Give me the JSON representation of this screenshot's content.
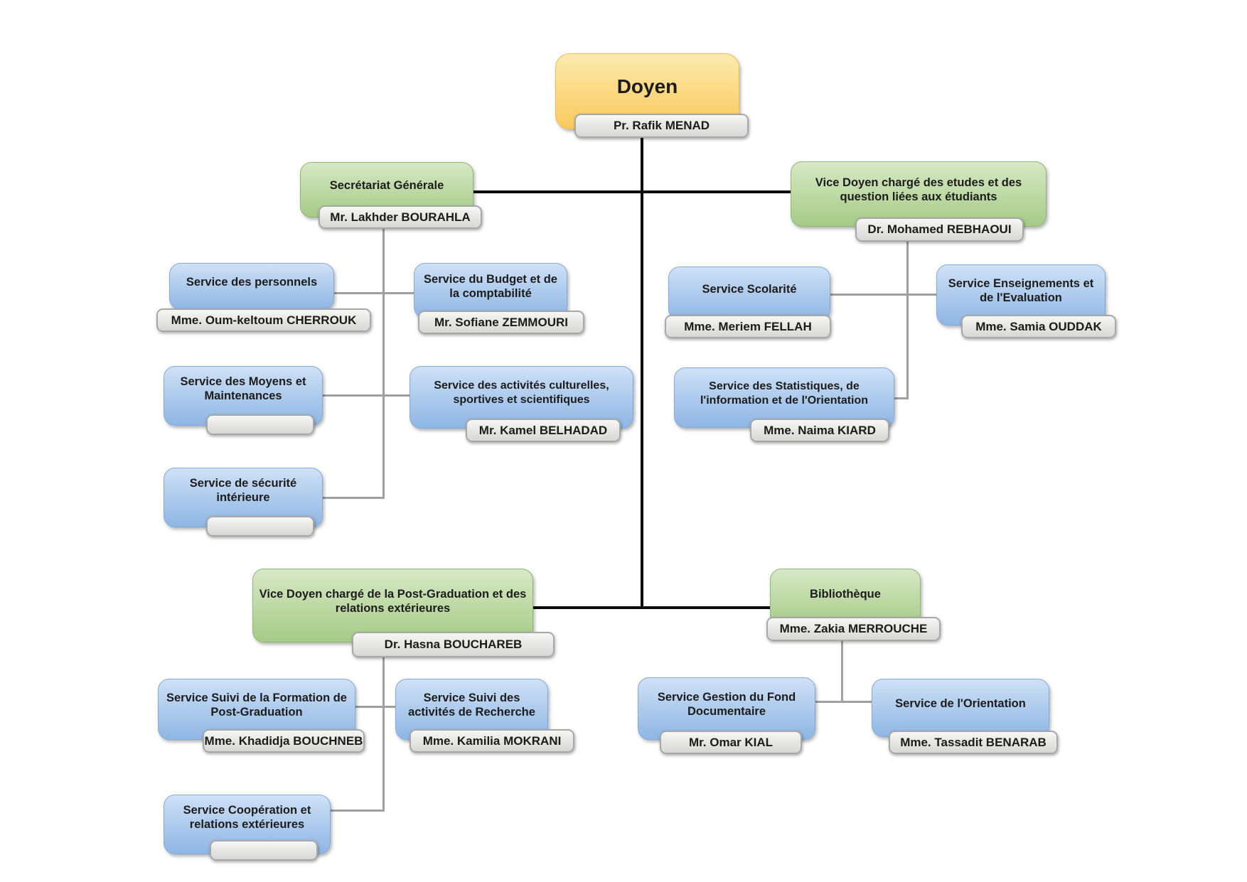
{
  "diagram_type": "organizational-chart",
  "colors": {
    "doyen_fill": "#FBD87E",
    "branch_fill": "#BCD8A2",
    "service_fill": "#ABC9EC",
    "tag_fill": "#E6E6E4",
    "connector_gray": "#A0A0A0",
    "connector_black": "#0A0A0A"
  },
  "nodes": {
    "doyen": {
      "title": "Doyen",
      "person": "Pr.  Rafik MENAD"
    },
    "secretariat": {
      "title": "Secrétariat Générale",
      "person": "Mr. Lakhder BOURAHLA"
    },
    "vice_doyen_etudes": {
      "title": "Vice Doyen chargé des etudes et des question liées aux étudiants",
      "person": "Dr. Mohamed REBHAOUI"
    },
    "personnels": {
      "title": "Service des personnels",
      "person": "Mme. Oum-keltoum CHERROUK"
    },
    "budget": {
      "title": "Service du Budget et de la comptabilité",
      "person": "Mr. Sofiane ZEMMOURI"
    },
    "scolarite": {
      "title": "Service Scolarité",
      "person": "Mme. Meriem FELLAH"
    },
    "enseignements": {
      "title": "Service Enseignements et de l'Evaluation",
      "person": "Mme. Samia OUDDAK"
    },
    "moyens": {
      "title": "Service des Moyens et Maintenances",
      "person": ""
    },
    "culturelles": {
      "title": "Service des activités culturelles, sportives et scientifiques",
      "person": "Mr. Kamel BELHADAD"
    },
    "statistiques": {
      "title": "Service des Statistiques, de l'information et de l'Orientation",
      "person": "Mme. Naima KIARD"
    },
    "securite": {
      "title": "Service de sécurité intérieure",
      "person": ""
    },
    "vice_doyen_postgrad": {
      "title": "Vice Doyen chargé de la Post-Graduation et des relations extérieures",
      "person": "Dr. Hasna BOUCHAREB"
    },
    "bibliotheque": {
      "title": "Bibliothèque",
      "person": "Mme. Zakia MERROUCHE"
    },
    "formation": {
      "title": "Service Suivi de la Formation de Post-Graduation",
      "person": "Mme. Khadidja BOUCHNEB"
    },
    "recherche": {
      "title": "Service Suivi des activités de Recherche",
      "person": "Mme. Kamilia MOKRANI"
    },
    "gestion_fond": {
      "title": "Service Gestion du Fond Documentaire",
      "person": "Mr. Omar KIAL"
    },
    "orientation": {
      "title": "Service de l'Orientation",
      "person": "Mme. Tassadit BENARAB"
    },
    "cooperation": {
      "title": "Service Coopération et relations extérieures",
      "person": ""
    }
  }
}
